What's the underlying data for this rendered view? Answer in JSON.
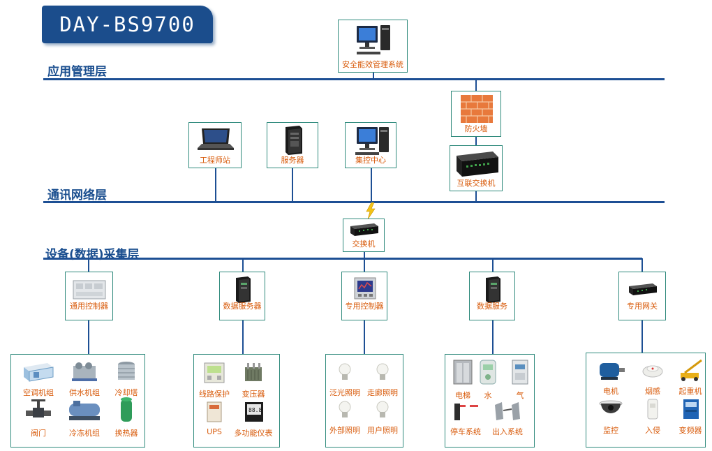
{
  "title": "DAY-BS9700",
  "layers": {
    "management": "应用管理层",
    "network": "通讯网络层",
    "collection": "设备(数据)采集层"
  },
  "top": {
    "system": "安全能效管理系统"
  },
  "network_nodes": {
    "firewall": "防火墙",
    "core_switch": "互联交换机",
    "workstation": "工程师站",
    "server": "服务器",
    "control_center": "集控中心",
    "access_switch": "交换机"
  },
  "collectors": [
    {
      "label": "通用控制器",
      "devices": [
        "空调机组",
        "供水机组",
        "冷却塔",
        "阀门",
        "冷冻机组",
        "换热器"
      ]
    },
    {
      "label": "数据服务器",
      "devices": [
        "线路保护",
        "变压器",
        "UPS",
        "多功能仪表"
      ]
    },
    {
      "label": "专用控制器",
      "devices": [
        "泛光照明",
        "走廊照明",
        "外部照明",
        "用户照明"
      ]
    },
    {
      "label": "数据服务",
      "devices": [
        "电梯",
        "水",
        "气",
        "停车系统",
        "出入系统"
      ]
    },
    {
      "label": "专用网关",
      "devices": [
        "电机",
        "烟感",
        "起重机",
        "监控",
        "入侵",
        "变频器"
      ]
    }
  ],
  "colors": {
    "line": "#1d4f94",
    "label_text": "#d85a0a",
    "box_border": "#2f8a7c",
    "title_bg": "#1b4d8c"
  }
}
